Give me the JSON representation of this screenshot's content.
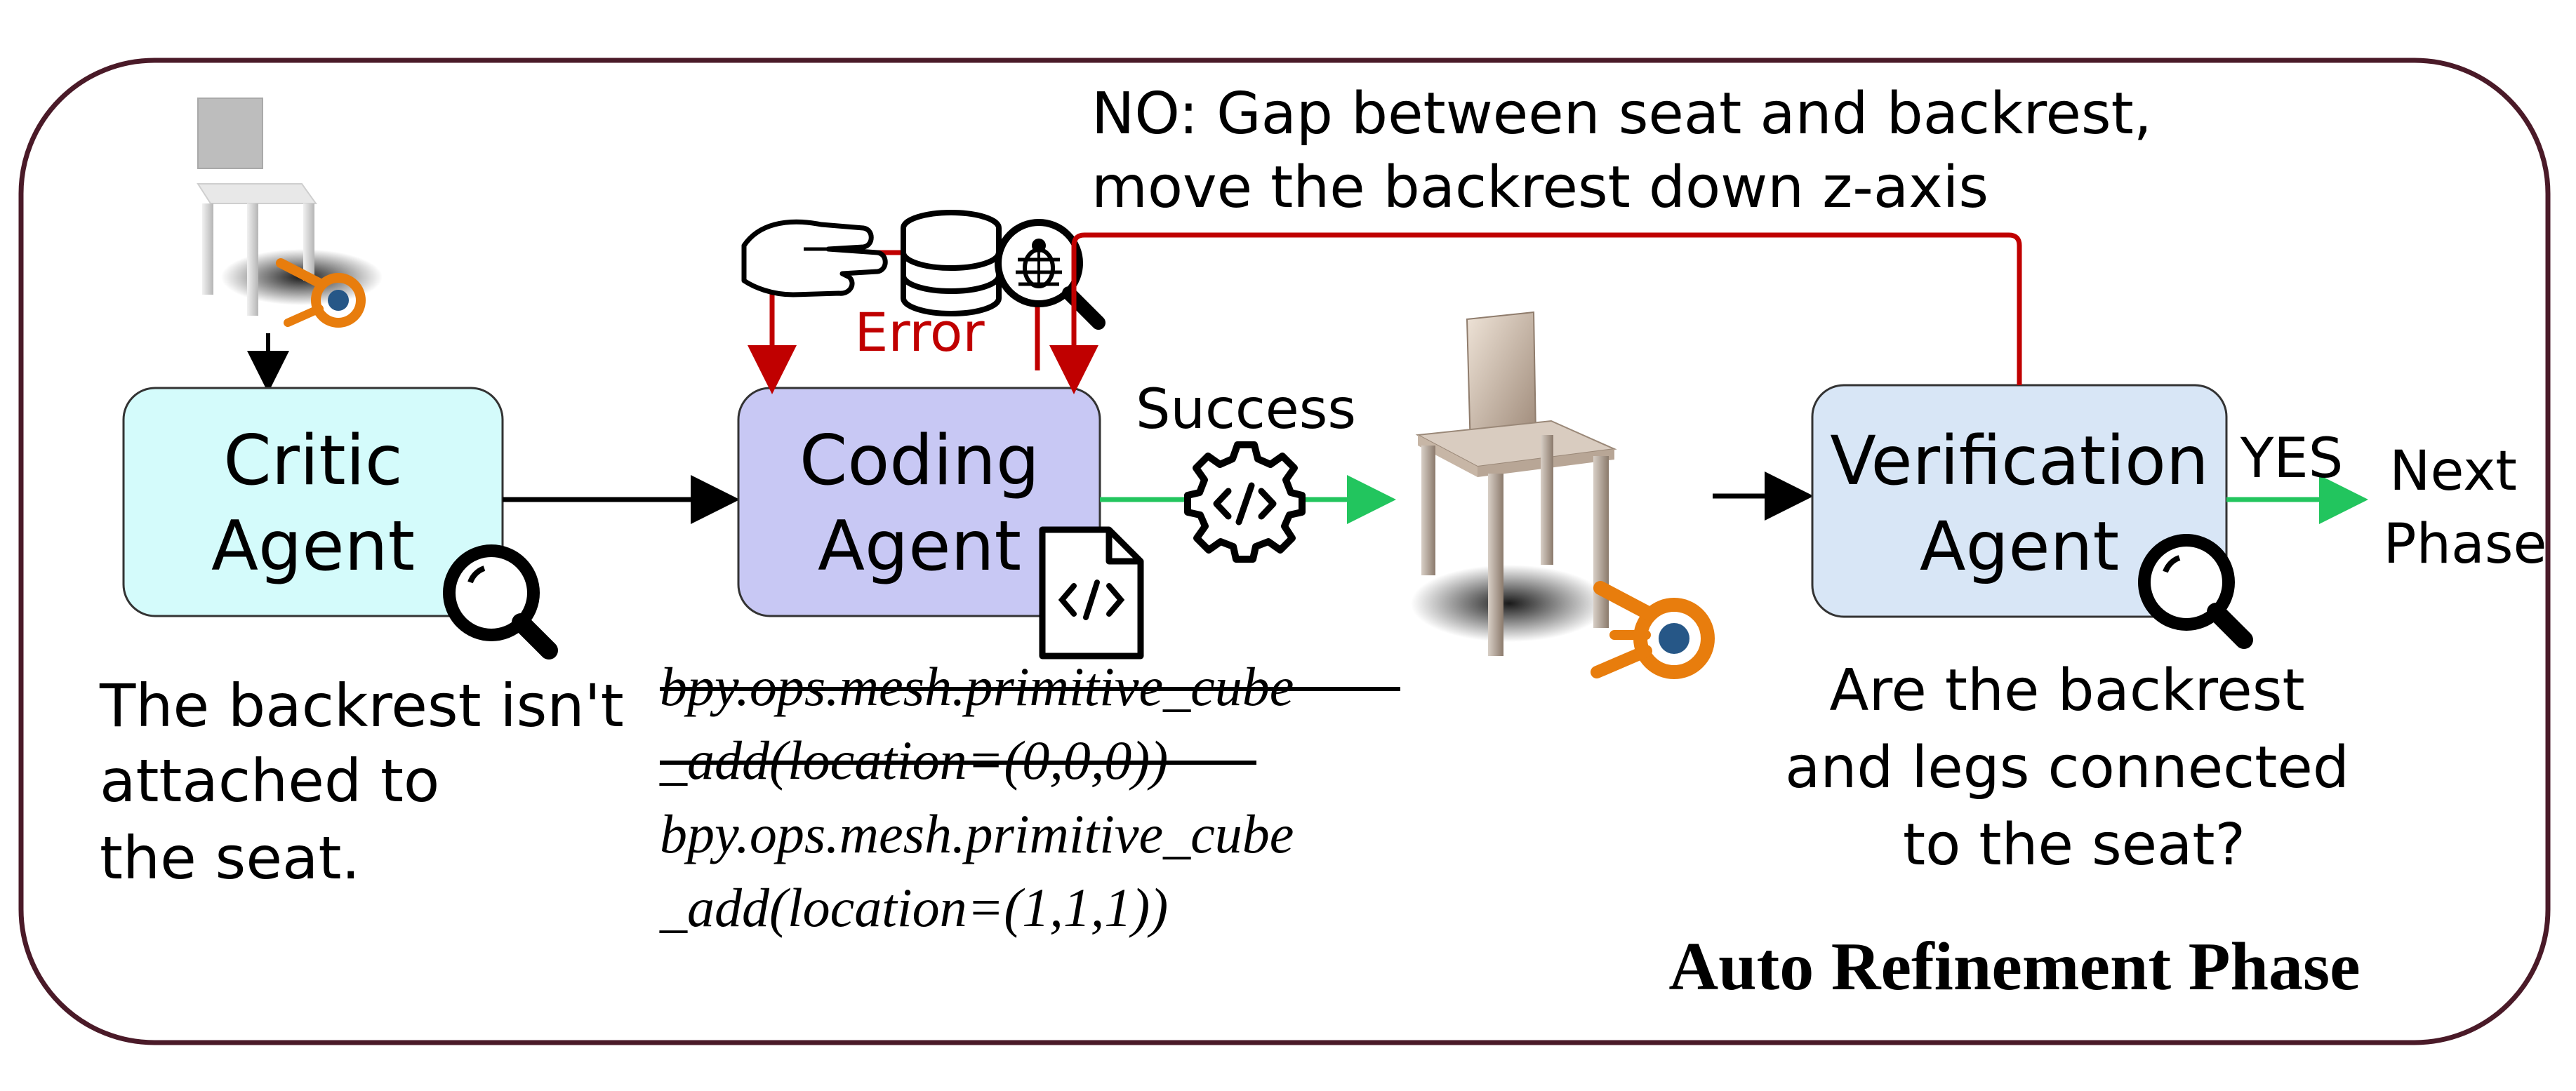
{
  "phase_title": "Auto Refinement Phase",
  "critic_agent": {
    "line1": "Critic",
    "line2": "Agent"
  },
  "coding_agent": {
    "line1": "Coding",
    "line2": "Agent"
  },
  "verification_agent": {
    "line1": "Verification",
    "line2": "Agent"
  },
  "critic_feedback": {
    "line1": "The backrest isn't",
    "line2": "attached to",
    "line3": "the seat."
  },
  "code_before": {
    "line1": "bpy.ops.mesh.primitive_cube",
    "line2": "_add(location=(0,0,0))"
  },
  "code_after": {
    "line1": "bpy.ops.mesh.primitive_cube",
    "line2": "_add(location=(1,1,1))"
  },
  "verification_question": {
    "line1": "Are the backrest",
    "line2": "and legs connected",
    "line3": "to the seat?"
  },
  "feedback_no": {
    "line1": "NO: Gap between seat and backrest,",
    "line2": "move the backrest down z-axis"
  },
  "error_label": "Error",
  "success_label": "Success",
  "yes_label": "YES",
  "next_phase": {
    "line1": "Next",
    "line2": "Phase"
  },
  "colors": {
    "critic_fill": "#d4fbfb",
    "coding_fill": "#c8c8f4",
    "verification_fill": "#d8e6f6",
    "error_red": "#c00000",
    "success_green": "#22c55e",
    "blender_orange": "#e87d0d",
    "blender_blue": "#265787"
  },
  "icons": [
    "chair-incomplete-image",
    "chair-complete-image",
    "blender-logo-icon",
    "magnifier-icon",
    "hand-icon",
    "database-icon",
    "bug-search-icon",
    "code-file-icon",
    "code-gear-icon"
  ]
}
